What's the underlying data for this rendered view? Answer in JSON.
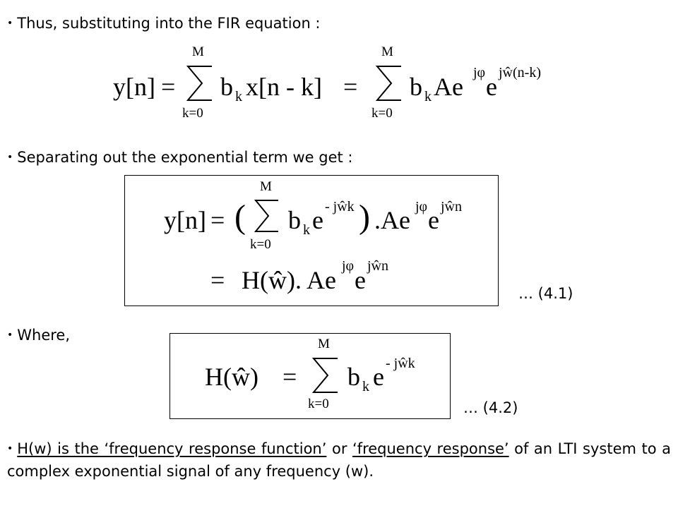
{
  "bullets": {
    "b1": "Thus, substituting into the FIR equation :",
    "b2": "Separating out the exponential term we get :",
    "b3": "Where,"
  },
  "eq1": {
    "lhs": "y[n]",
    "eq": "=",
    "sum_upper": "M",
    "sum_lower": "k=0",
    "b": "b",
    "k": "k",
    "x": "x[n - k]",
    "eq2": "=",
    "sum2_upper": "M",
    "sum2_lower": "k=0",
    "Ae": "Ae",
    "exp1": "jφ",
    "e": "e",
    "exp2": "jŵ(n-k)"
  },
  "eq2": {
    "lhs": "y[n]",
    "eq": "=",
    "lparen": "(",
    "rparen": ")",
    "sum_upper": "M",
    "sum_lower": "k=0",
    "b": "b",
    "k": "k",
    "e": "e",
    "exp_inner": "- jŵk",
    "dot_Ae": ".Ae",
    "exp1": "jφ",
    "e2": "e",
    "exp2": "jŵn",
    "line2_eq": "=",
    "line2_H": "H(ŵ).",
    "line2_Ae": "Ae",
    "line2_exp1": "jφ",
    "line2_e": "e",
    "line2_exp2": "jŵn",
    "ref": "… (4.1)"
  },
  "eq3": {
    "lhs": "H(ŵ)",
    "eq": "=",
    "sum_upper": "M",
    "sum_lower": "k=0",
    "b": "b",
    "k": "k",
    "e": "e",
    "exp": "- jŵk",
    "ref": "… (4.2)"
  },
  "paragraph": {
    "part1": "H(w) is the ",
    "term1": "‘frequency response function’",
    "mid": " or ",
    "term2": "‘frequency response’",
    "part2": " of an LTI system to a complex exponential signal of any frequency (w)."
  }
}
